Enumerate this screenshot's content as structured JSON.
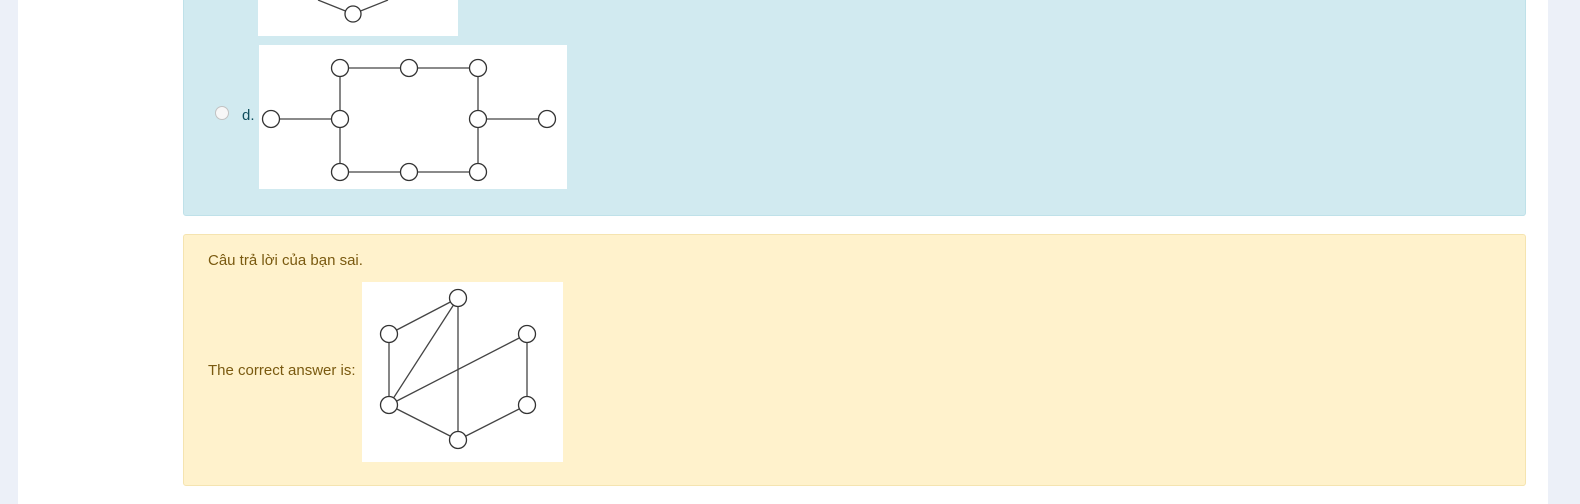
{
  "options": {
    "d_label": "d."
  },
  "feedback": {
    "incorrect_text": "Câu trả lời của bạn sai.",
    "correct_answer_prefix": "The correct answer is:"
  }
}
